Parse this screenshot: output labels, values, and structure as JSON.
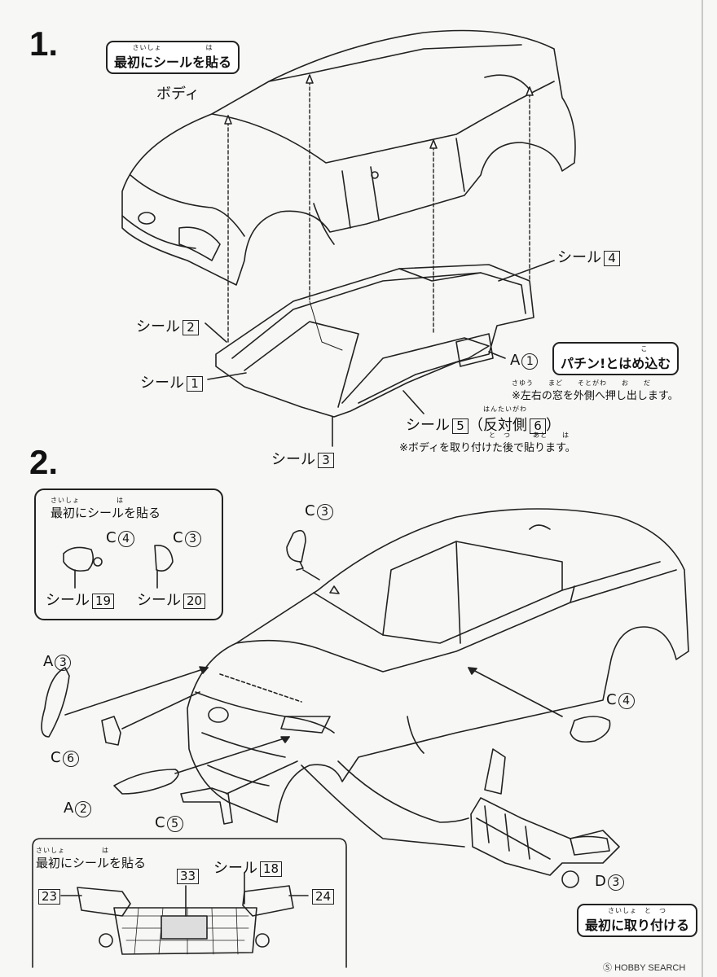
{
  "step1": {
    "number": "1.",
    "first_pill": {
      "ruby": "さいしょ　　　　　　は",
      "text": "最初にシールを貼る"
    },
    "body_label": "ボディ",
    "seal_4": {
      "label": "シール",
      "num": "4"
    },
    "seal_2": {
      "label": "シール",
      "num": "2"
    },
    "seal_1": {
      "label": "シール",
      "num": "1"
    },
    "seal_3": {
      "label": "シール",
      "num": "3"
    },
    "seal_5": {
      "label": "シール",
      "num": "5",
      "paren_open": "（",
      "opposite_ruby": "はんたいがわ",
      "opposite": "反対側",
      "opp_num": "6",
      "paren_close": "）"
    },
    "part_a1": {
      "letter": "A",
      "num": "1"
    },
    "snap_pill": {
      "ruby": "こ",
      "text": "パチン!とはめ込む"
    },
    "note_windows": {
      "ruby": "さゆう　　まど　　そとがわ　　お　　だ",
      "text": "※左右の窓を外側へ押し出します。"
    },
    "note_after": {
      "ruby": "と　つ　　　あと　　は",
      "text": "※ボディを取り付けた後で貼ります。"
    }
  },
  "step2": {
    "number": "2.",
    "inset_mirrors": {
      "ruby": "さいしょ　　　　　は",
      "title": "最初にシールを貼る",
      "c4": {
        "letter": "C",
        "num": "4"
      },
      "c3": {
        "letter": "C",
        "num": "3"
      },
      "seal_19": {
        "label": "シール",
        "num": "19"
      },
      "seal_20": {
        "label": "シール",
        "num": "20"
      }
    },
    "c3": {
      "letter": "C",
      "num": "3"
    },
    "a3": {
      "letter": "A",
      "num": "3"
    },
    "c6": {
      "letter": "C",
      "num": "6"
    },
    "a2": {
      "letter": "A",
      "num": "2"
    },
    "c5": {
      "letter": "C",
      "num": "5"
    },
    "c4": {
      "letter": "C",
      "num": "4"
    },
    "d3": {
      "letter": "D",
      "num": "3"
    },
    "inset_bumper": {
      "ruby": "さいしょ　　　　　は",
      "title": "最初にシールを貼る",
      "seal_18": {
        "label": "シール",
        "num": "18"
      },
      "n33": "33",
      "n23": "23",
      "n24": "24"
    },
    "attach_first_pill": {
      "ruby": "さいしょ　と　つ",
      "text": "最初に取り付ける"
    }
  },
  "watermark": "HOBBY SEARCH"
}
